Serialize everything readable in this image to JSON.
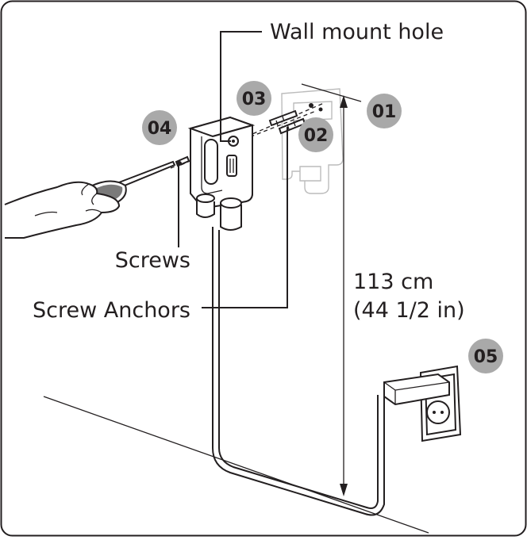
{
  "callouts": {
    "wall_mount_hole": "Wall mount hole",
    "screws": "Screws",
    "screw_anchors": "Screw Anchors",
    "height_metric": "113 cm",
    "height_imperial": "(44 1/2 in)"
  },
  "steps": [
    "01",
    "02",
    "03",
    "04",
    "05"
  ],
  "colors": {
    "badge": "#a9a9a9",
    "line": "#231f20",
    "ghost": "#bcbcbc",
    "background": "#ffffff"
  }
}
